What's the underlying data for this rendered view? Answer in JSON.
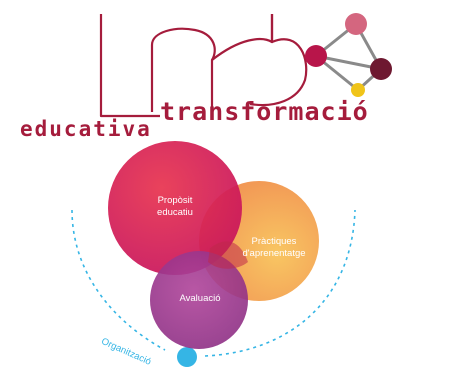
{
  "logo": {
    "letters": "lab",
    "line1": "transformació",
    "line2": "educativa",
    "network_colors": [
      "#d4667f",
      "#b8154a",
      "#6e1830",
      "#f0c419"
    ]
  },
  "circles": {
    "purpose": {
      "label_line1": "Propòsit",
      "label_line2": "educatiu",
      "color": "#d81f5b"
    },
    "practices": {
      "label_line1": "Pràctiques",
      "label_line2": "d'aprenentatge",
      "color": "#f3a24a"
    },
    "evaluation": {
      "label": "Avaluació",
      "color": "#a0358e"
    }
  },
  "organization": {
    "label": "Organització",
    "color": "#35b5e5"
  }
}
